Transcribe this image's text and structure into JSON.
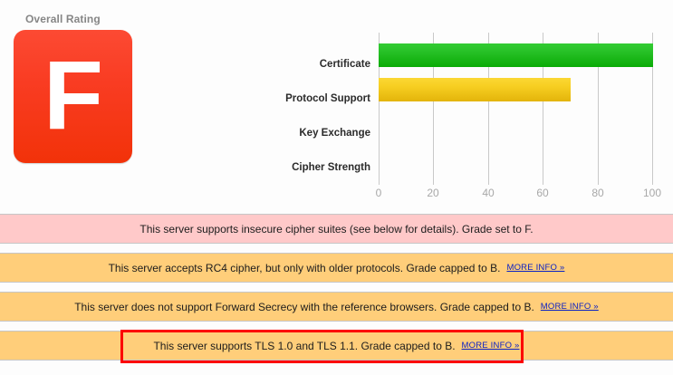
{
  "rating": {
    "title": "Overall Rating",
    "grade": "F",
    "grade_color": "#f93c22"
  },
  "chart_data": {
    "type": "bar",
    "orientation": "horizontal",
    "title": "",
    "xlabel": "",
    "ylabel": "",
    "categories": [
      "Certificate",
      "Protocol Support",
      "Key Exchange",
      "Cipher Strength"
    ],
    "values": [
      100,
      70,
      0,
      0
    ],
    "bar_colors": [
      "#1cba1c",
      "#f2c81a",
      "#1cba1c",
      "#1cba1c"
    ],
    "xlim": [
      0,
      100
    ],
    "xticks": [
      0,
      20,
      40,
      60,
      80,
      100
    ],
    "xticklabels": [
      "0",
      "20",
      "40",
      "60",
      "80",
      "100"
    ],
    "grid": true,
    "legend": false
  },
  "banners": [
    {
      "text": "This server supports insecure cipher suites (see below for details). Grade set to F.",
      "severity": "pink",
      "link": "",
      "highlighted": false
    },
    {
      "text": "This server accepts RC4 cipher, but only with older protocols. Grade capped to B.",
      "severity": "orange",
      "link": "MORE INFO »",
      "highlighted": false
    },
    {
      "text": "This server does not support Forward Secrecy with the reference browsers. Grade capped to B.",
      "severity": "orange",
      "link": "MORE INFO »",
      "highlighted": false
    },
    {
      "text": "This server supports TLS 1.0 and TLS 1.1. Grade capped to B.",
      "severity": "orange",
      "link": "MORE INFO »",
      "highlighted": true
    }
  ],
  "colors": {
    "pink_banner": "#ffc9c9",
    "orange_banner": "#ffce7a",
    "link": "#0b21c4",
    "highlight_outline": "#fc0000",
    "label_gray": "#868686",
    "tick_gray": "#a8a8a8"
  }
}
